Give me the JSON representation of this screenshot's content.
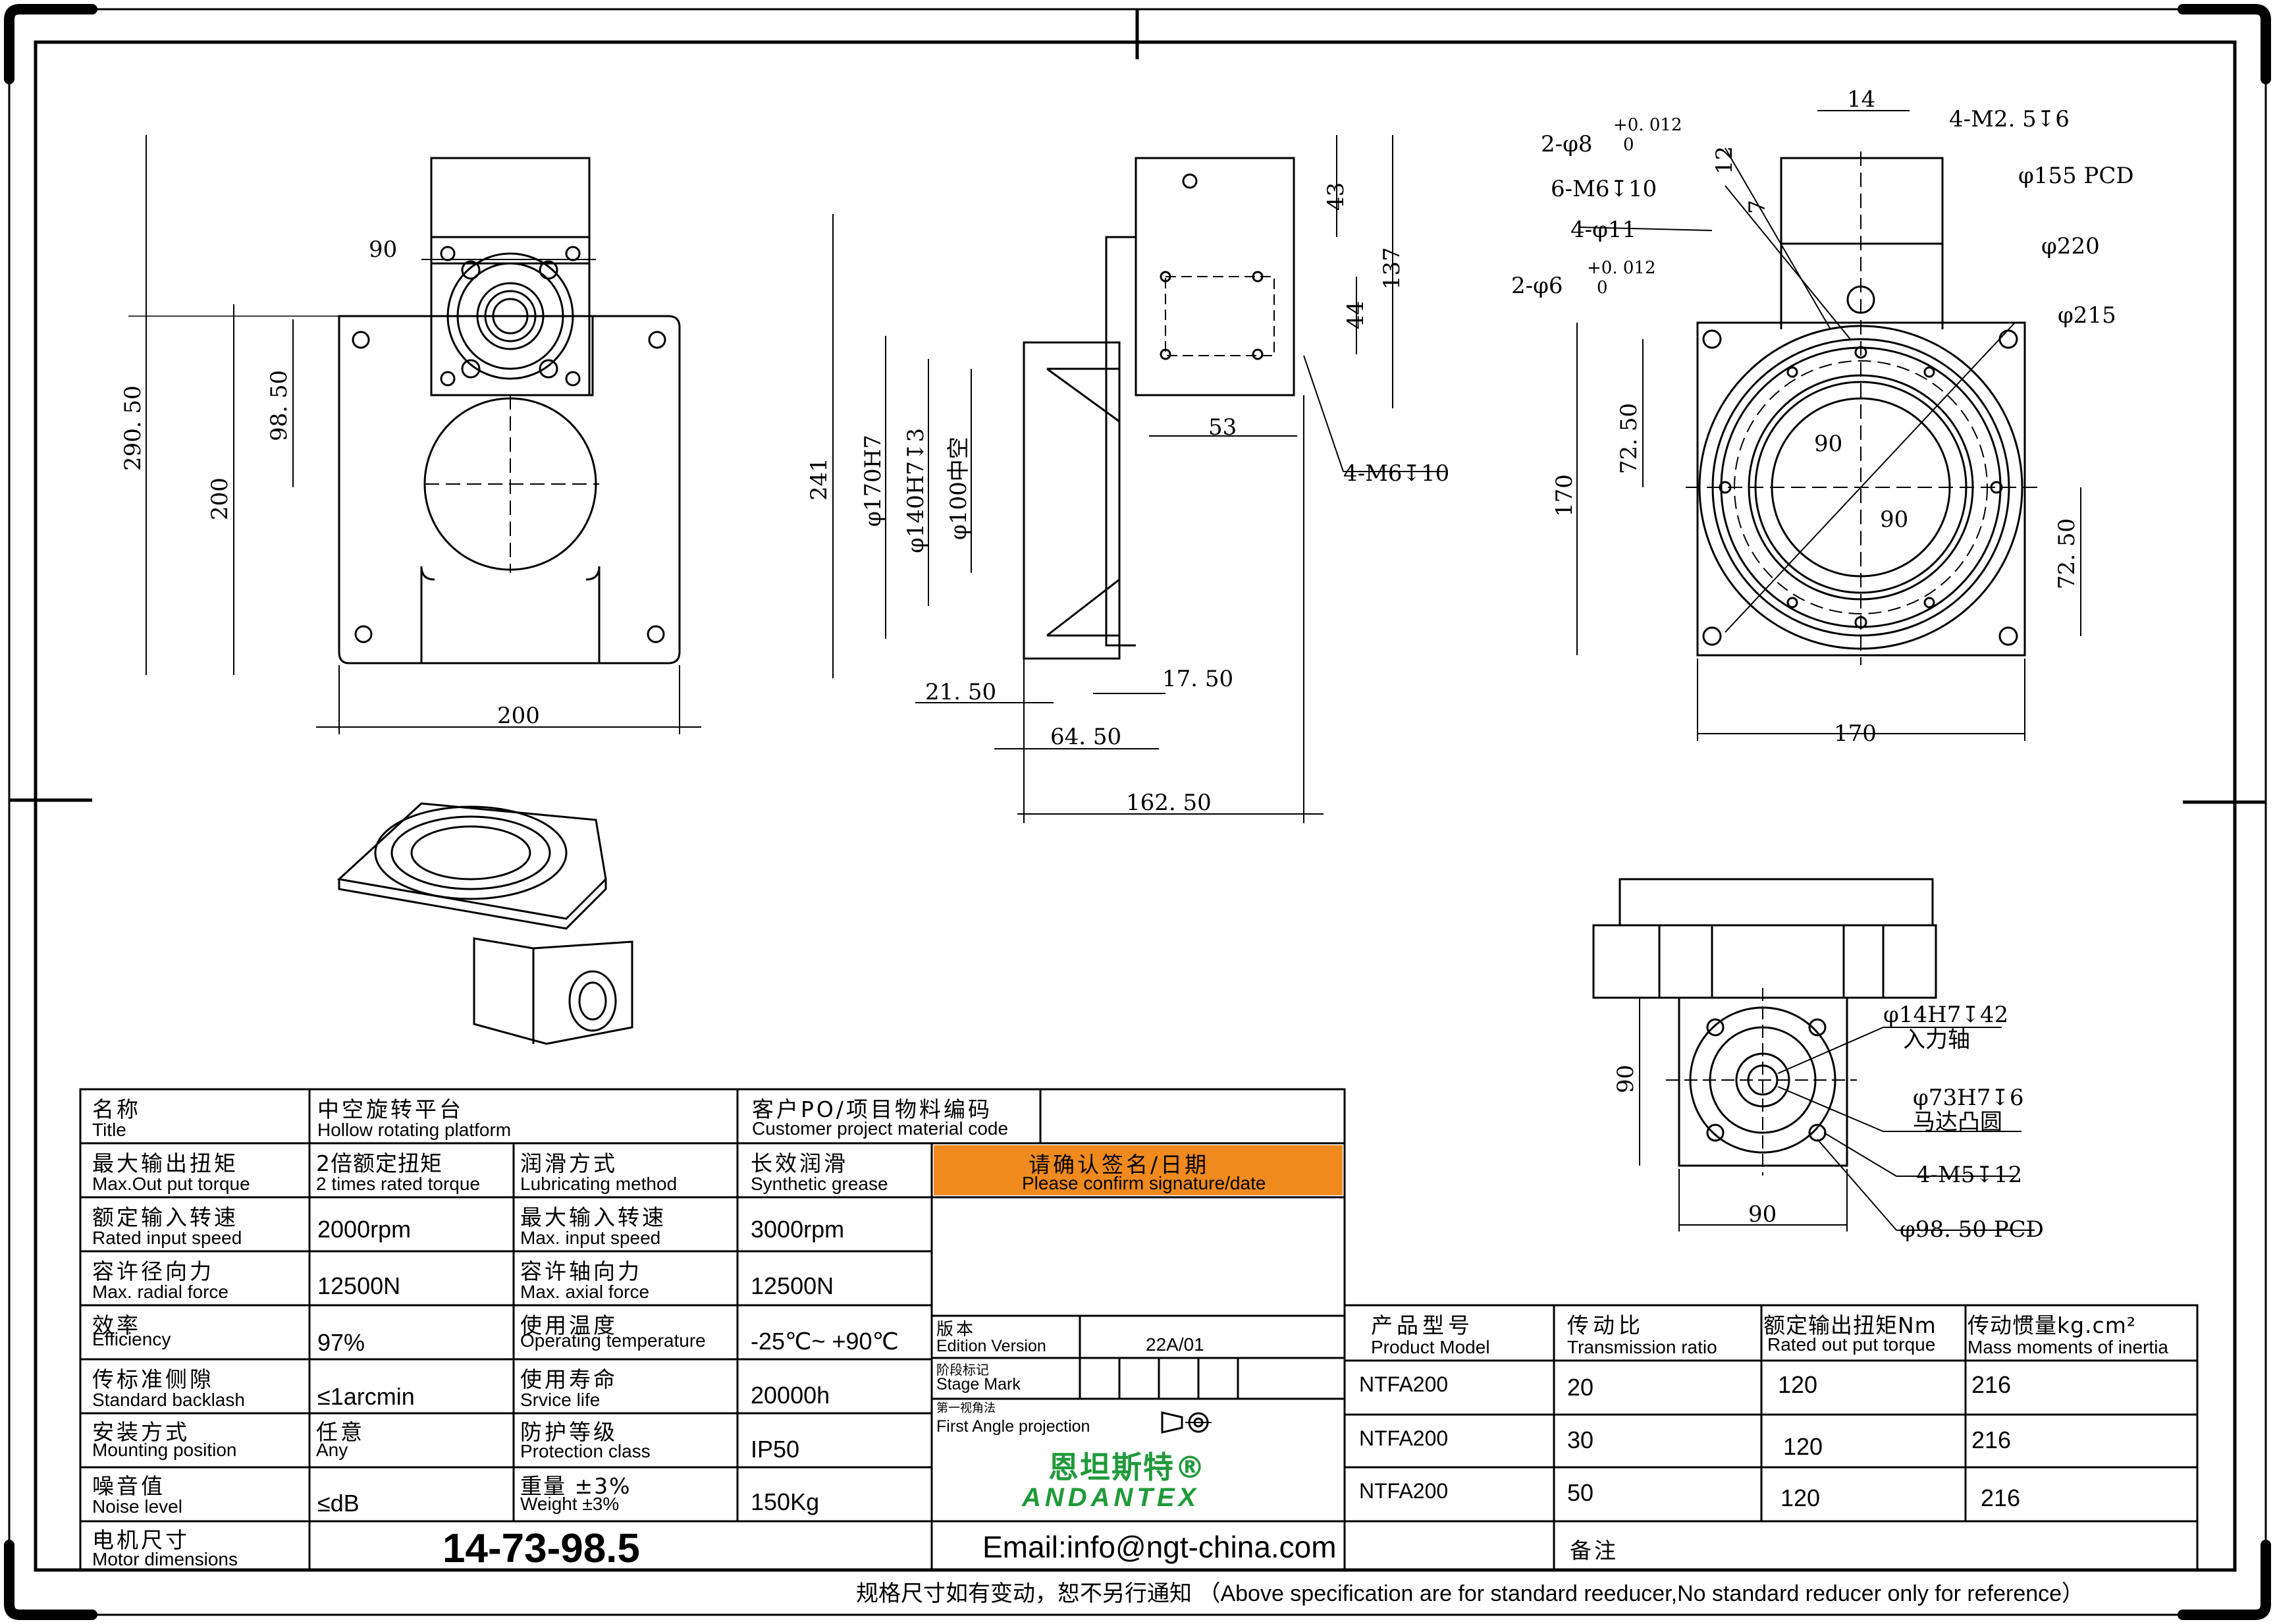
{
  "dimensions": {
    "front": {
      "d90": "90",
      "d290": "290. 50",
      "d98": "98. 50",
      "d200v": "200",
      "d200h": "200"
    },
    "side": {
      "d43": "43",
      "d137": "137",
      "d44": "44",
      "d53": "53",
      "m6": "4-M6↧10",
      "d241": "241",
      "d170h7": "φ170H7",
      "d140h7": "φ140H7↧3",
      "d100": "φ100中空",
      "d21": "21. 50",
      "d17": "17. 50",
      "d64": "64. 50",
      "d162": "162. 50"
    },
    "top": {
      "d14": "14",
      "m25": "4-M2. 5↧6",
      "d8": "2-φ8",
      "tol8a": "+0. 012",
      "tol8b": "0",
      "d155": "φ155  PCD",
      "d12": "12",
      "d7": "7",
      "m6b": "6-M6↧10",
      "d220": "φ220",
      "d11": "4-φ11",
      "d6": "2-φ6",
      "tol6a": "+0. 012",
      "tol6b": "0",
      "d215": "φ215",
      "d90a": "90",
      "d72a": "72. 50",
      "d170v": "170",
      "d90b": "90",
      "d72b": "72. 50",
      "d170h": "170"
    },
    "motor": {
      "d14h7": "φ14H7↧42",
      "input": "入力轴",
      "d73h7": "φ73H7↧6",
      "motorboss": "马达凸圆",
      "m5": "4-M5↧12",
      "d90v": "90",
      "d90h": "90",
      "d98pcd": "φ98. 50  PCD"
    }
  },
  "table": {
    "title_cn": "名称",
    "title_en": "Title",
    "name_cn": "中空旋转平台",
    "name_en": "Hollow rotating platform",
    "customer_cn": "客户PO/项目物料编码",
    "customer_en": "Customer project material code",
    "torque_cn": "最大输出扭矩",
    "torque_en": "Max.Out put torque",
    "torque_val_cn": "2倍额定扭矩",
    "torque_val_en": "2 times rated torque",
    "lub_cn": "润滑方式",
    "lub_en": "Lubricating method",
    "lub_val_cn": "长效润滑",
    "lub_val_en": "Synthetic grease",
    "confirm_cn": "请确认签名/日期",
    "confirm_en": "Please confirm signature/date",
    "rated_speed_cn": "额定输入转速",
    "rated_speed_en": "Rated input speed",
    "rated_speed_val": "2000rpm",
    "max_speed_cn": "最大输入转速",
    "max_speed_en": "Max. input speed",
    "max_speed_val": "3000rpm",
    "radial_cn": "容许径向力",
    "radial_en": "Max. radial force",
    "radial_val": "12500N",
    "axial_cn": "容许轴向力",
    "axial_en": "Max. axial force",
    "axial_val": "12500N",
    "eff_cn": "效率",
    "eff_en": "Efficiency",
    "eff_val": "97%",
    "temp_cn": "使用温度",
    "temp_en": "Operating temperature",
    "temp_val": "-25℃~ +90℃",
    "backlash_cn": "传标准侧隙",
    "backlash_en": "Standard backlash",
    "backlash_val": "≤1arcmin",
    "life_cn": "使用寿命",
    "life_en": "Srvice life",
    "life_val": "20000h",
    "mount_cn": "安装方式",
    "mount_en": "Mounting position",
    "mount_val_cn": "任意",
    "mount_val_en": "Any",
    "prot_cn": "防护等级",
    "prot_en": "Protection class",
    "prot_val": "IP50",
    "noise_cn": "噪音值",
    "noise_en": "Noise level",
    "noise_val": "≤dB",
    "weight_cn": "重量 ±3%",
    "weight_en": "Weight ±3%",
    "weight_val": "150Kg",
    "motor_cn": "电机尺寸",
    "motor_en": "Motor dimensions",
    "motor_val": "14-73-98.5",
    "edition_cn": "版本",
    "edition_en": "Edition Version",
    "edition_val": "22A/01",
    "stage_cn": "阶段标记",
    "stage_en": "Stage Mark",
    "proj_cn": "第一视角法",
    "proj_en": "First Angle projection",
    "logo_cn": "恩坦斯特®",
    "logo_en": "ANDANTEX",
    "email": "Email:info@ngt-china.com",
    "remark": "备注",
    "headers": [
      {
        "cn": "产品型号",
        "en": "Product Model"
      },
      {
        "cn": "传动比",
        "en": "Transmission ratio"
      },
      {
        "cn": "额定输出扭矩Nm",
        "en": "Rated out put torque"
      },
      {
        "cn": "传动惯量kg.cm²",
        "en": "Mass moments of inertia"
      }
    ],
    "rows": [
      {
        "model": "NTFA200",
        "ratio": "20",
        "torque": "120",
        "inertia": "216"
      },
      {
        "model": "NTFA200",
        "ratio": "30",
        "torque": "120",
        "inertia": "216"
      },
      {
        "model": "NTFA200",
        "ratio": "50",
        "torque": "120",
        "inertia": "216"
      }
    ]
  },
  "footnote": "规格尺寸如有变动，恕不另行通知 （Above specification are for standard reeducer,No standard reducer only for reference）",
  "colors": {
    "confirm_bg": "#F08A1E",
    "logo_green": "#1F9A3A"
  }
}
